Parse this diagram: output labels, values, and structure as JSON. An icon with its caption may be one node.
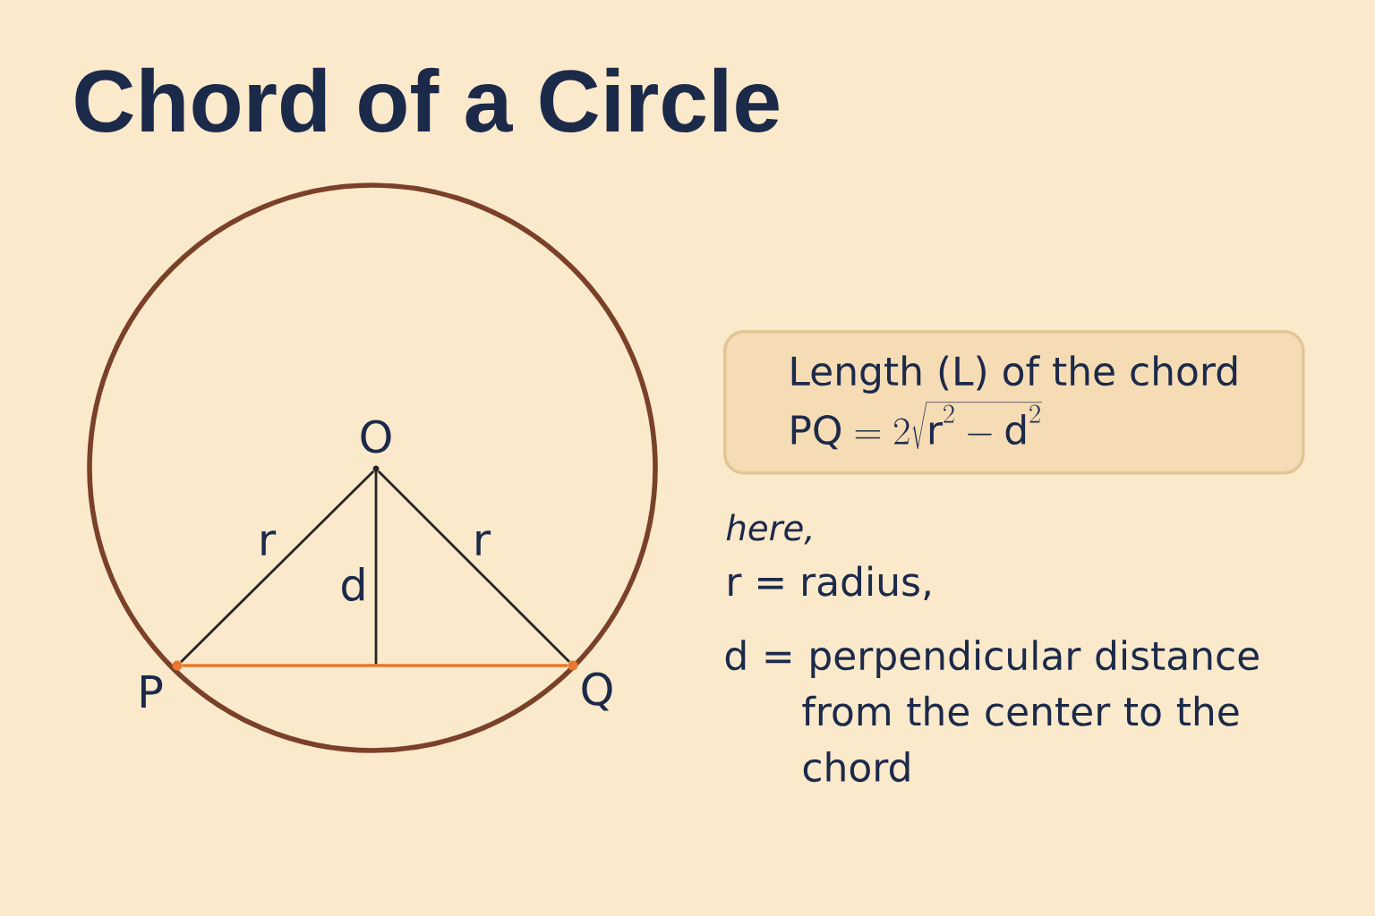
{
  "diagram": {
    "title": "Chord of a Circle",
    "nodes": [
      {
        "text": [],
        "shape": "dot",
        "beside": [
          "O"
        ]
      },
      {
        "text": [],
        "shape": "dot",
        "beside": [
          "P"
        ]
      },
      {
        "text": [],
        "shape": "dot",
        "beside": [
          "Q"
        ]
      },
      {
        "text": [
          "Length (L) of the chord",
          "\\mathrm{PQ} = 2\\sqrt{\\mathrm{r}^{2} - \\mathrm{d}^{2}}"
        ]
      }
    ],
    "edges": [
      {
        "from": 0,
        "to": 1,
        "arrow": "none",
        "label": "r"
      },
      {
        "from": 0,
        "to": 2,
        "arrow": "none",
        "label": "r"
      },
      {
        "from": 1,
        "to": 2,
        "arrow": "none",
        "color": "#e8772e"
      }
    ],
    "labels": [
      "d",
      "here,",
      "r = radius,",
      "d = perpendicular distance from the center to the chord"
    ]
  }
}
